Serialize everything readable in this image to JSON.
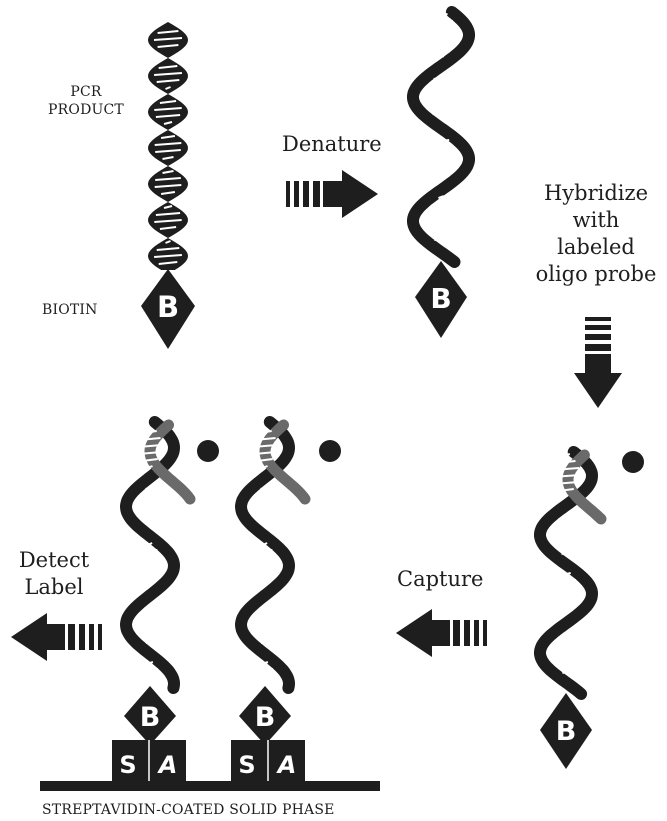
{
  "labels": {
    "pcr_product": [
      "PCR",
      "PRODUCT"
    ],
    "biotin": "BIOTIN",
    "denature": "Denature",
    "hybridize": [
      "Hybridize",
      "with",
      "labeled",
      "oligo probe"
    ],
    "capture": "Capture",
    "detect": [
      "Detect",
      "Label"
    ],
    "solid_phase": "STREPTAVIDIN-COATED SOLID PHASE"
  },
  "glyphs": {
    "biotin": "B",
    "streptavidin_left": "S",
    "streptavidin_right": "A"
  },
  "colors": {
    "ink": "#1e1e1e",
    "probe": "#6a6a6a",
    "rung": "#ffffff",
    "background": "#ffffff"
  }
}
